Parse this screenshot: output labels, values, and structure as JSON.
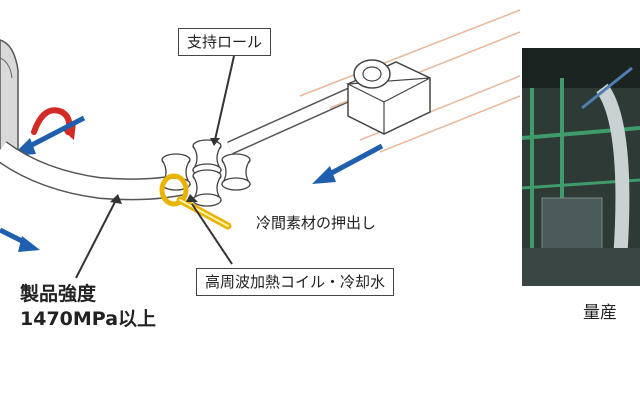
{
  "labels": {
    "support_roll": "支持ロール",
    "extrusion": "冷間素材の押出し",
    "coil": "高周波加熱コイル・冷却水",
    "strength_line1": "製品強度",
    "strength_line2": "1470MPa以上",
    "mass_production": "量産"
  },
  "colors": {
    "arrow_blue": "#1f5fae",
    "rotation_red": "#d42a26",
    "coil_yellow": "#e8b400",
    "guide_orange": "#e8b89a",
    "line_dark": "#333333"
  }
}
